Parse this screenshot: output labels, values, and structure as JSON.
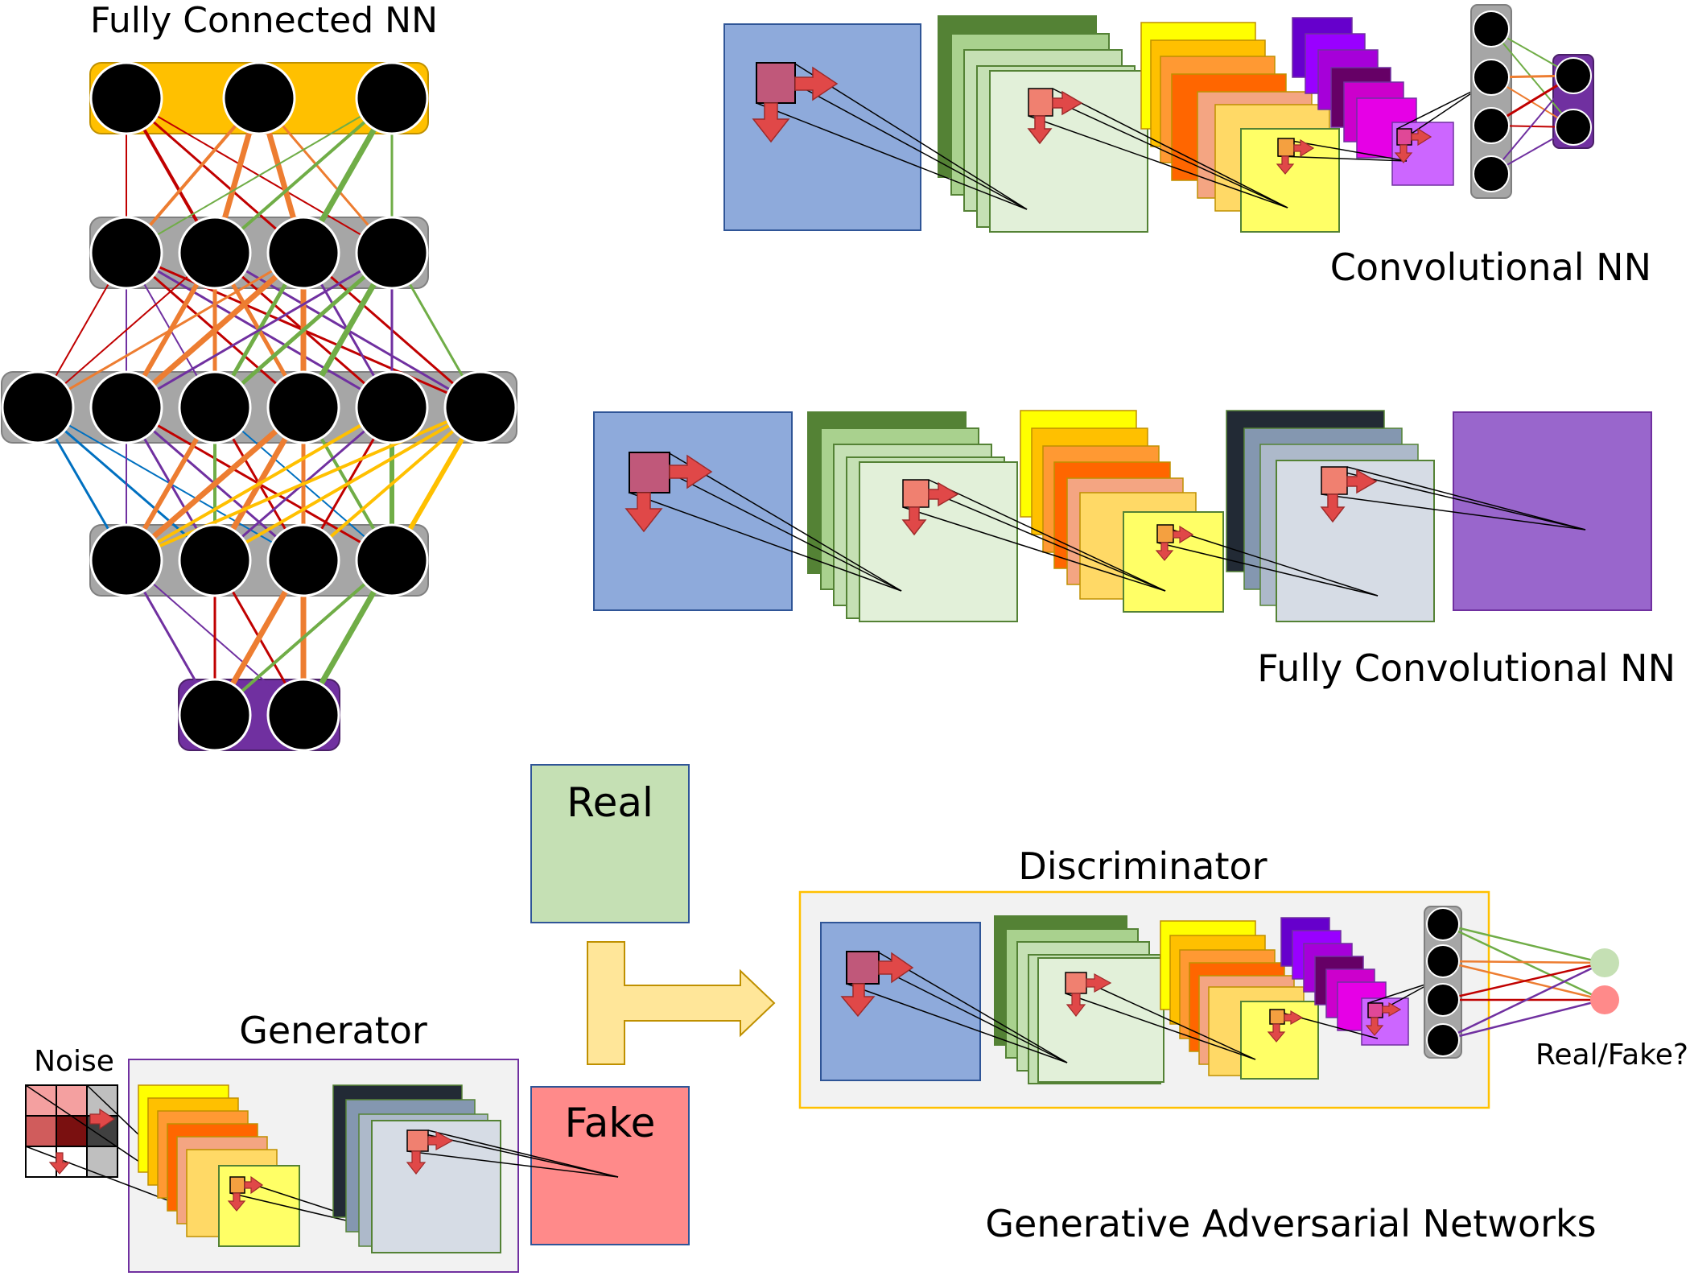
{
  "titles": {
    "fully_connected": "Fully Connected NN",
    "convolutional": "Convolutional NN",
    "fully_convolutional": "Fully Convolutional NN",
    "gan": "Generative Adversarial Networks"
  },
  "gan_labels": {
    "real": "Real",
    "fake": "Fake",
    "discriminator": "Discriminator",
    "generator": "Generator",
    "noise": "Noise",
    "output": "Real/Fake?"
  },
  "colors": {
    "blue_input": "#8eaadb",
    "green_stack": [
      "#548235",
      "#a9d18e",
      "#c5e0b4",
      "#e2f0d9"
    ],
    "warm_stack": [
      "#ffff00",
      "#ffc000",
      "#ff9933",
      "#ff6600",
      "#f4a582",
      "#ffd966",
      "#ffff66"
    ],
    "purple_stack": [
      "#6600cc",
      "#9900ff",
      "#a600d9",
      "#660066",
      "#cc00cc",
      "#e600e6",
      "#cc66ff"
    ],
    "slate_stack": [
      "#222a35",
      "#8497b0",
      "#adb9ca",
      "#d6dce5"
    ],
    "purple_output": "#9966cc",
    "real_box": "#c5e0b4",
    "fake_box": "#ff8a8a",
    "fc_top_bar": "#ffc000",
    "fc_mid_bar": "#a6a6a6",
    "fc_out_bar": "#7030a0",
    "frame_border": "#ffc000",
    "generator_border": "#7030a0",
    "frame_fill": "#f2f2f2",
    "arrow_fill": "#ffe699"
  },
  "fc_network": {
    "layers": [
      3,
      4,
      6,
      4,
      2
    ]
  }
}
